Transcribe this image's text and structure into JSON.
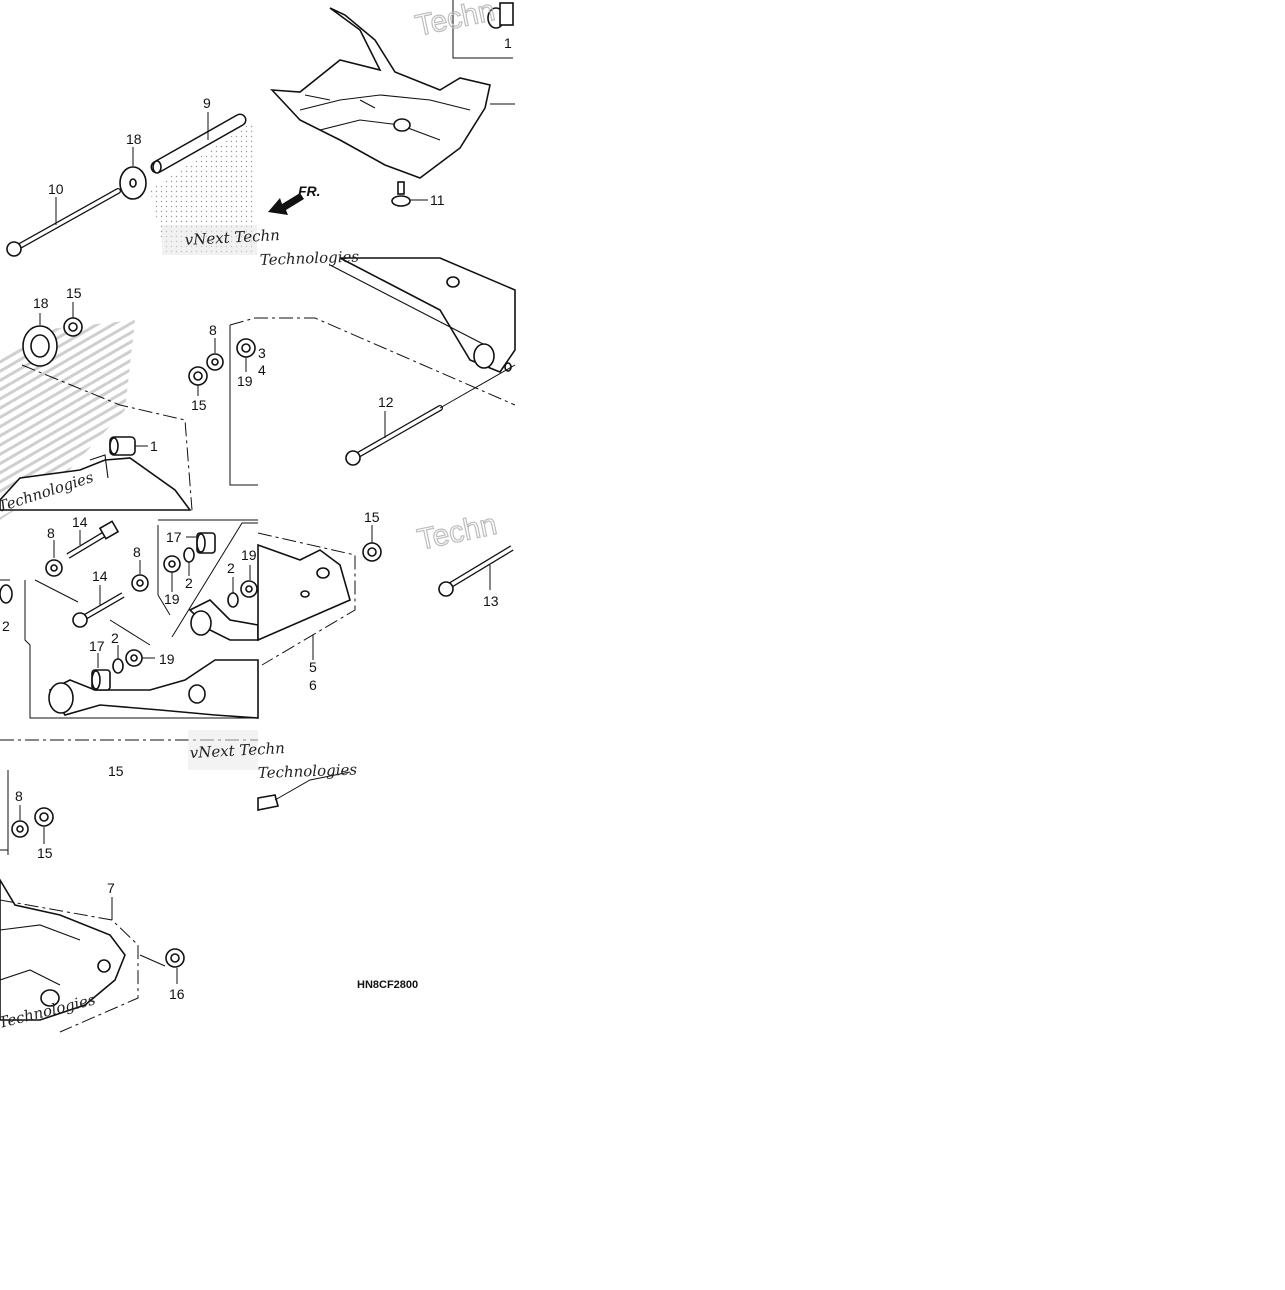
{
  "diagram": {
    "code": "HN8CF2800",
    "front_arrow": "FR.",
    "watermarks": {
      "vnext": "vNext Techn",
      "technologies": "Technologies",
      "technologies_alt": "Technologies",
      "big": "Techn"
    },
    "callouts": {
      "c1": "1",
      "c1b": "1",
      "c2a": "2",
      "c2b": "2",
      "c2c": "2",
      "c2d": "2",
      "c3": "3",
      "c4": "4",
      "c5": "5",
      "c6": "6",
      "c7": "7",
      "c8a": "8",
      "c8b": "8",
      "c8c": "8",
      "c8d": "8",
      "c9": "9",
      "c10": "10",
      "c11": "11",
      "c12": "12",
      "c13": "13",
      "c14a": "14",
      "c14b": "14",
      "c15a": "15",
      "c15b": "15",
      "c15c": "15",
      "c15d": "15",
      "c15e": "15",
      "c16": "16",
      "c17a": "17",
      "c17b": "17",
      "c18a": "18",
      "c18b": "18",
      "c19a": "19",
      "c19b": "19",
      "c19c": "19",
      "c19d": "19"
    }
  }
}
